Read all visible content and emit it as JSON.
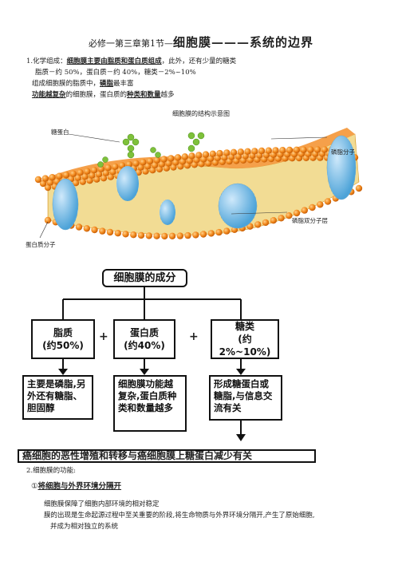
{
  "header": {
    "prefix": "必修一第三章第1节—",
    "main": "细胞膜———系统的边界"
  },
  "section1": {
    "number": "1.",
    "lead": "化学组成：",
    "bold1": "细胞膜主要由脂质和蛋白质组成",
    "rest1": "，此外，还有少量的糖类",
    "line2": "脂质－约 50%，蛋白质－约 40%，糖类－2%~10%",
    "line3_pre": "组成细胞膜的脂质中，",
    "line3_bold": "磷脂",
    "line3_post": "最丰富",
    "line4_bold1": "功能越复杂",
    "line4_mid": "的细胞膜，蛋白质的",
    "line4_bold2": "种类和数量",
    "line4_post": "越多"
  },
  "diagram": {
    "title": "细胞膜的结构示意图",
    "labels": {
      "glycoprotein": "糖蛋白",
      "phospholipid": "磷脂分子",
      "bilayer": "磷脂双分子层",
      "protein": "蛋白质分子"
    }
  },
  "concept": {
    "root": "细胞膜的成分",
    "items": [
      {
        "name": "脂质",
        "pct": "(约50%)",
        "desc": "主要是磷脂,另外还有糖脂、胆固醇"
      },
      {
        "name": "蛋白质",
        "pct": "(约40%)",
        "desc": "细胞膜功能越复杂,蛋白质种类和数量越多"
      },
      {
        "name": "糖类",
        "pct": "(约2%~10%)",
        "desc": "形成糖蛋白或糖脂,与信息交流有关"
      }
    ],
    "plus": "+",
    "banner": "癌细胞的恶性增殖和转移与癌细胞膜上糖蛋白减少有关"
  },
  "section2": {
    "heading": "2.细胞膜的功能:",
    "item1_num": "①",
    "item1_title": "将细胞与外界环境分隔开",
    "p1": "细胞膜保障了细胞内部环境的相对稳定",
    "p2": "膜的出现是生命起源过程中至关重要的阶段,将生命物质与外界环境分隔开,产生了原始细胞,",
    "p3": "并成为相对独立的系统"
  },
  "colors": {
    "phospholipid_head": "#f28a1e",
    "glyco": "#7ec13a",
    "protein": "#4da3d8"
  }
}
